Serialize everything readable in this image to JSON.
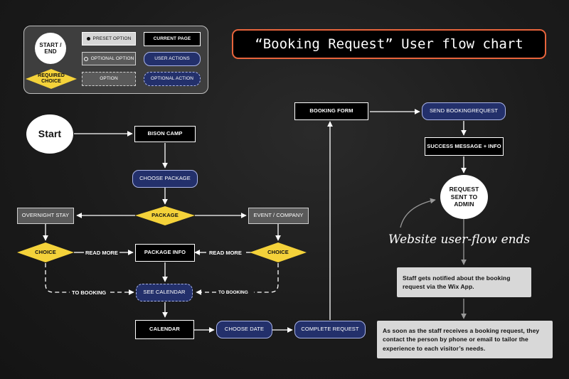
{
  "title": "“Booking Request” User flow chart",
  "legend": {
    "start_end": "START / END",
    "required_choice": "REQUIRED CHOICE",
    "preset_option": "PRESET OPTION",
    "optional_option": "OPTIONAL OPTION",
    "option": "OPTION",
    "current_page": "CURRENT PAGE",
    "user_actions": "USER ACTIONS",
    "optional_action": "OPTIONAL ACTION"
  },
  "nodes": {
    "start": "Start",
    "bison_camp": "BISON CAMP",
    "choose_package": "CHOOSE PACKAGE",
    "package": "PACKAGE",
    "overnight_stay": "OVERNIGHT STAY",
    "event_company": "EVENT / COMPANY",
    "choice_left": "CHOICE",
    "choice_right": "CHOICE",
    "package_info": "PACKAGE INFO",
    "see_calendar": "SEE CALENDAR",
    "calendar": "CALENDAR",
    "choose_date": "CHOOSE DATE",
    "complete_request": "COMPLETE REQUEST",
    "booking_form": "BOOKING FORM",
    "send_booking_request": "SEND BOOKINGREQUEST",
    "success_message": "SUCCESS MESSAGE + INFO",
    "request_sent": "REQUEST SENT TO ADMIN"
  },
  "edge_labels": {
    "read_more_left": "READ MORE",
    "read_more_right": "READ MORE",
    "to_booking_left": "TO BOOKING",
    "to_booking_right": "TO BOOKING"
  },
  "annotation": "Website user-flow ends",
  "notes": {
    "staff_notified": "Staff gets notified about the booking request via the Wix App.",
    "staff_contact": "As soon as the staff receives a booking request, they contact the person by phone or email to tailor the experience to each visitor’s needs."
  },
  "colors": {
    "background": "#1b1b1b",
    "action_fill": "#23306b",
    "choice_fill": "#f4d23a",
    "title_border": "#e8643c",
    "note_fill": "#d8d8d8"
  }
}
